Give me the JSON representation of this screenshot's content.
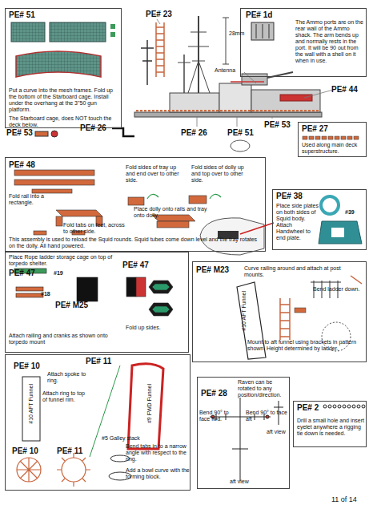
{
  "diagram": {
    "nodes": [
      {
        "text": [
          "PE# 51",
          "Put a curve into the mesh frames. Fold up the bottom of the Starboard cage. Install under the overhang at the 3\"50 gun platform.",
          "The Starboard cage, does NOT touch the deck below."
        ]
      },
      {
        "text": [
          "PE# 1d",
          "The Ammo ports are on the rear wall of the Ammo shack. The arm bends up and normally rests in the port. It will be 90 out from the wall with a shell on it when in use."
        ]
      },
      {
        "text": [
          "PE# 27",
          "Used along main deck superstructure."
        ]
      },
      {
        "text": [
          "PE# 48",
          "Fold sides of tray up and end over to other side.",
          "Fold sides of dolly up and top over to other side.",
          "Fold rail into a rectangle.",
          "Place dolly onto rails and tray onto dolly.",
          "Fold tabs on feet, across to other side.",
          "This assembly is used to reload the Squid rounds. Squid tubes come down level and the tray rotates on the dolly. All hand powered."
        ]
      },
      {
        "text": [
          "PE# 38",
          "Place side plates on both sides of Squid body. Attach Handwheel to end plate.",
          "#39"
        ]
      },
      {
        "text": [
          "Place Rope ladder storage cage on top of torpedo shelter.",
          "PE# 47",
          "#19",
          "PE# 47",
          "#18",
          "PE# M25",
          "Fold up sides.",
          "Attach railing and cranks as shown onto torpedo mount"
        ]
      },
      {
        "text": [
          "PE# M23",
          "Curve railing around and attach at post mounts.",
          "Bend ladder down.",
          "#10 AFT Funnel",
          "Mount to aft funnel using brackets in pattern shown. Height determined by ladder."
        ]
      },
      {
        "text": [
          "PE# 10",
          "#10 AFT Funnel",
          "PE# 11",
          "Attach spoke to ring.",
          "Attach ring to top of funnel rim.",
          "#9 FWD Funnel",
          "#5 Galley stack",
          "PE# 10",
          "PE# 11",
          "Bend tabs in to a narrow angle with respect to the ring.",
          "Add a bowl curve with the forming block."
        ]
      },
      {
        "text": [
          "PE# 28",
          "Raven can be rotated to any position/direction.",
          "Bend 90° to face fwd.",
          "Bend 90° to face aft",
          "aft view",
          "aft view"
        ]
      },
      {
        "text": [
          "PE# 2",
          "Drill a small hole and insert eyelet anywhere a rigging tie down is needed."
        ]
      }
    ],
    "labels": [
      "PE# 23",
      "28mm",
      "Antenna",
      "PE# 44",
      "PE# 53",
      "PE# 26",
      "PE# 26",
      "PE# 51",
      "PE# 53",
      "11 of 14"
    ]
  }
}
